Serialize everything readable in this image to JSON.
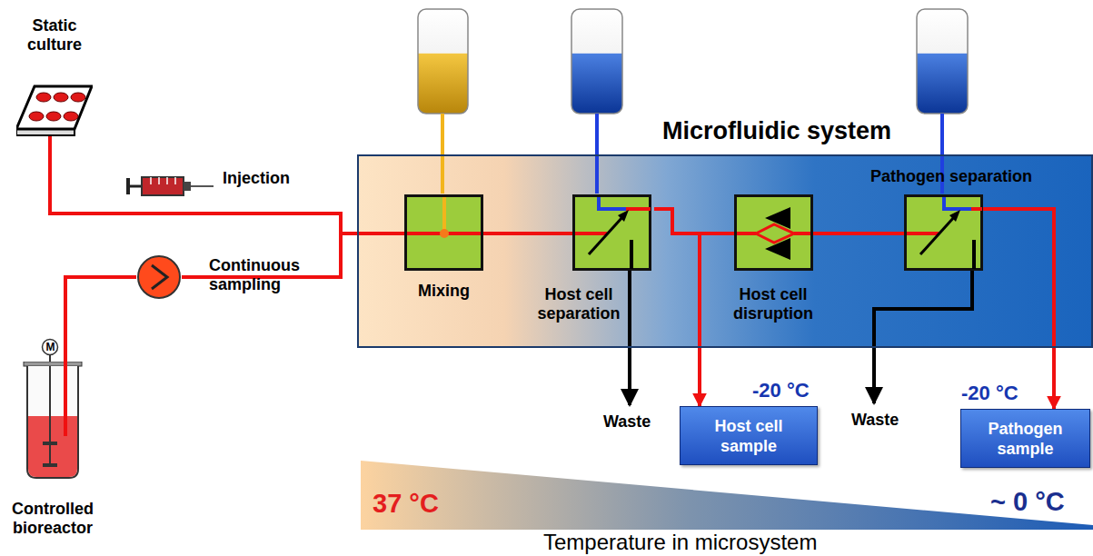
{
  "diagram": {
    "nodes": [
      {
        "text": [
          "Static culture"
        ]
      },
      {
        "text": [
          "Microfluidic system"
        ]
      },
      {
        "text": [
          "Mixing"
        ],
        "in": 1
      },
      {
        "text": [
          "Host cell separation"
        ],
        "in": 1
      },
      {
        "text": [
          "Host cell disruption"
        ],
        "in": 1
      },
      {
        "text": [
          "Pathogen separation"
        ],
        "in": 1
      },
      {
        "text": [
          "Continuous sampling"
        ]
      },
      {
        "text": [
          "Controlled bioreactor"
        ]
      },
      {
        "text": [
          "Host cell sample"
        ]
      },
      {
        "text": [
          "Pathogen sample"
        ]
      }
    ],
    "edges": [
      {
        "from": 0,
        "to": 2,
        "arrow": "none"
      },
      {
        "from": 7,
        "to": 6,
        "arrow": "none"
      },
      {
        "from": 6,
        "to": 2,
        "arrow": "none"
      },
      {
        "from": 2,
        "to": 3,
        "arrow": "none"
      },
      {
        "from": 3,
        "to": 4,
        "arrow": "none"
      },
      {
        "from": 3,
        "to": 8,
        "arrow": "to"
      },
      {
        "from": 4,
        "to": 5,
        "arrow": "none"
      },
      {
        "from": 5,
        "to": 9,
        "arrow": "to"
      }
    ],
    "labels": [
      "Injection",
      "Waste",
      "Waste",
      "-20 °C",
      "-20 °C",
      "37 °C",
      "~ 0 °C",
      "Temperature in microsystem",
      "M"
    ]
  }
}
